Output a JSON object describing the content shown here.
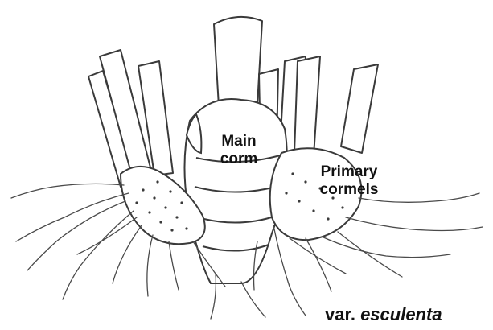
{
  "labels": {
    "main_corm": [
      "Main",
      "corm"
    ],
    "primary_cormels": [
      "Primary",
      "cormels"
    ]
  },
  "caption": {
    "prefix": "var.",
    "variety": "esculenta"
  },
  "colors": {
    "ink": "#3a3a3a",
    "label": "#111111",
    "paper": "#ffffff"
  },
  "icons": [
    "taro-corm-illustration"
  ]
}
